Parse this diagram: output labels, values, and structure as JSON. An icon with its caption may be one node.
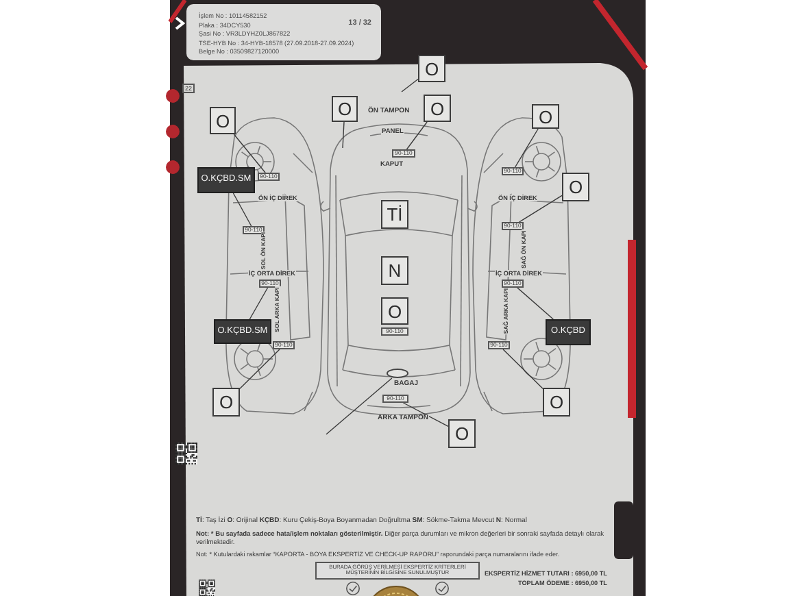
{
  "diagram": {
    "nodes": [
      {
        "text": [
          "İşlem No : 10114582152",
          "Plaka : 34DCY530",
          "Şasi No : VR3LDYHZ0LJ867822",
          "TSE-HYB No : 34-HYB-18578 (27.09.2018-27.09.2024)",
          "Belge No : 03509827120000",
          "13 / 32"
        ]
      },
      {
        "text": [
          "O"
        ]
      },
      {
        "text": [
          "O"
        ]
      },
      {
        "text": [
          "O"
        ]
      },
      {
        "text": [
          "O"
        ]
      },
      {
        "text": [
          "O"
        ]
      },
      {
        "text": [
          "O.KÇBD.SM"
        ]
      },
      {
        "text": [
          "O"
        ]
      },
      {
        "text": [
          "Tİ"
        ]
      },
      {
        "text": [
          "N"
        ]
      },
      {
        "text": [
          "O"
        ]
      },
      {
        "text": [
          "O.KÇBD"
        ]
      },
      {
        "text": [
          "O.KÇBD.SM"
        ]
      },
      {
        "text": [
          "O"
        ]
      },
      {
        "text": [
          "O"
        ]
      },
      {
        "text": [
          "O"
        ]
      },
      {
        "text": [
          "90-110"
        ]
      },
      {
        "text": [
          "90-110"
        ]
      },
      {
        "text": [
          "90-110"
        ]
      },
      {
        "text": [
          "90-110"
        ]
      },
      {
        "text": [
          "90-110"
        ]
      },
      {
        "text": [
          "90-110"
        ]
      },
      {
        "text": [
          "90-110"
        ]
      },
      {
        "text": [
          "90-110"
        ]
      },
      {
        "text": [
          "90-110"
        ]
      },
      {
        "text": [
          "90-110"
        ]
      },
      {
        "text": [
          "90-110"
        ]
      },
      {
        "text": [],
        "shape": "ellipse"
      }
    ],
    "edges": [
      {
        "from": 1,
        "to": null,
        "arrow": "none"
      },
      {
        "from": 2,
        "to": null,
        "arrow": "none"
      },
      {
        "from": 3,
        "to": 16,
        "arrow": "none"
      },
      {
        "from": 4,
        "to": 18,
        "arrow": "none"
      },
      {
        "from": 5,
        "to": 17,
        "arrow": "none"
      },
      {
        "from": 6,
        "to": 19,
        "arrow": "none"
      },
      {
        "from": 7,
        "to": 20,
        "arrow": "none"
      },
      {
        "from": 11,
        "to": 22,
        "arrow": "none"
      },
      {
        "from": 12,
        "to": 21,
        "arrow": "none"
      },
      {
        "from": 13,
        "to": 24,
        "arrow": "none"
      },
      {
        "from": 14,
        "to": 25,
        "arrow": "none"
      },
      {
        "from": 15,
        "to": 26,
        "arrow": "none"
      },
      {
        "from": 27,
        "to": null,
        "arrow": "none"
      }
    ],
    "labels": [
      "22",
      "ÖN TAMPON",
      "PANEL",
      "KAPUT",
      "ÖN İÇ DİREK",
      "ÖN İÇ DİREK",
      "SOL ÖN KAPI",
      "SAĞ ÖN KAPI",
      "İÇ ORTA DİREK",
      "İÇ ORTA DİREK",
      "SOL ARKA KAPI",
      "SAĞ ARKA KAPI",
      "BAGAJ",
      "ARKA TAMPON",
      "**Tİ**: Taş İzi **O**: Orijinal **KÇBD**: Kuru Çekiş-Boya Boyanmadan Doğrultma **SM**: Sökme-Takma Mevcut **N**: Normal",
      "**Not: * Bu sayfada sadece hata/işlem noktaları gösterilmiştir.** Diğer parça durumları ve mikron değerleri bir sonraki sayfada detaylı olarak verilmektedir.",
      "Not: * Kutulardaki rakamlar “KAPORTA - BOYA EKSPERTİZ VE CHECK-UP RAPORU” raporundaki parça numaralarını ifade eder.",
      "BURADA GÖRÜŞ VERİLMESİ EKSPERTİZ KRİTERLERİ MÜŞTERİNİN BİLGİSİNE SUNULMUŞTUR",
      "EKSPERTİZ HİZMET TUTARI : 6950,00 TL",
      "TOPLAM ÖDEME : 6950,00 TL"
    ]
  }
}
